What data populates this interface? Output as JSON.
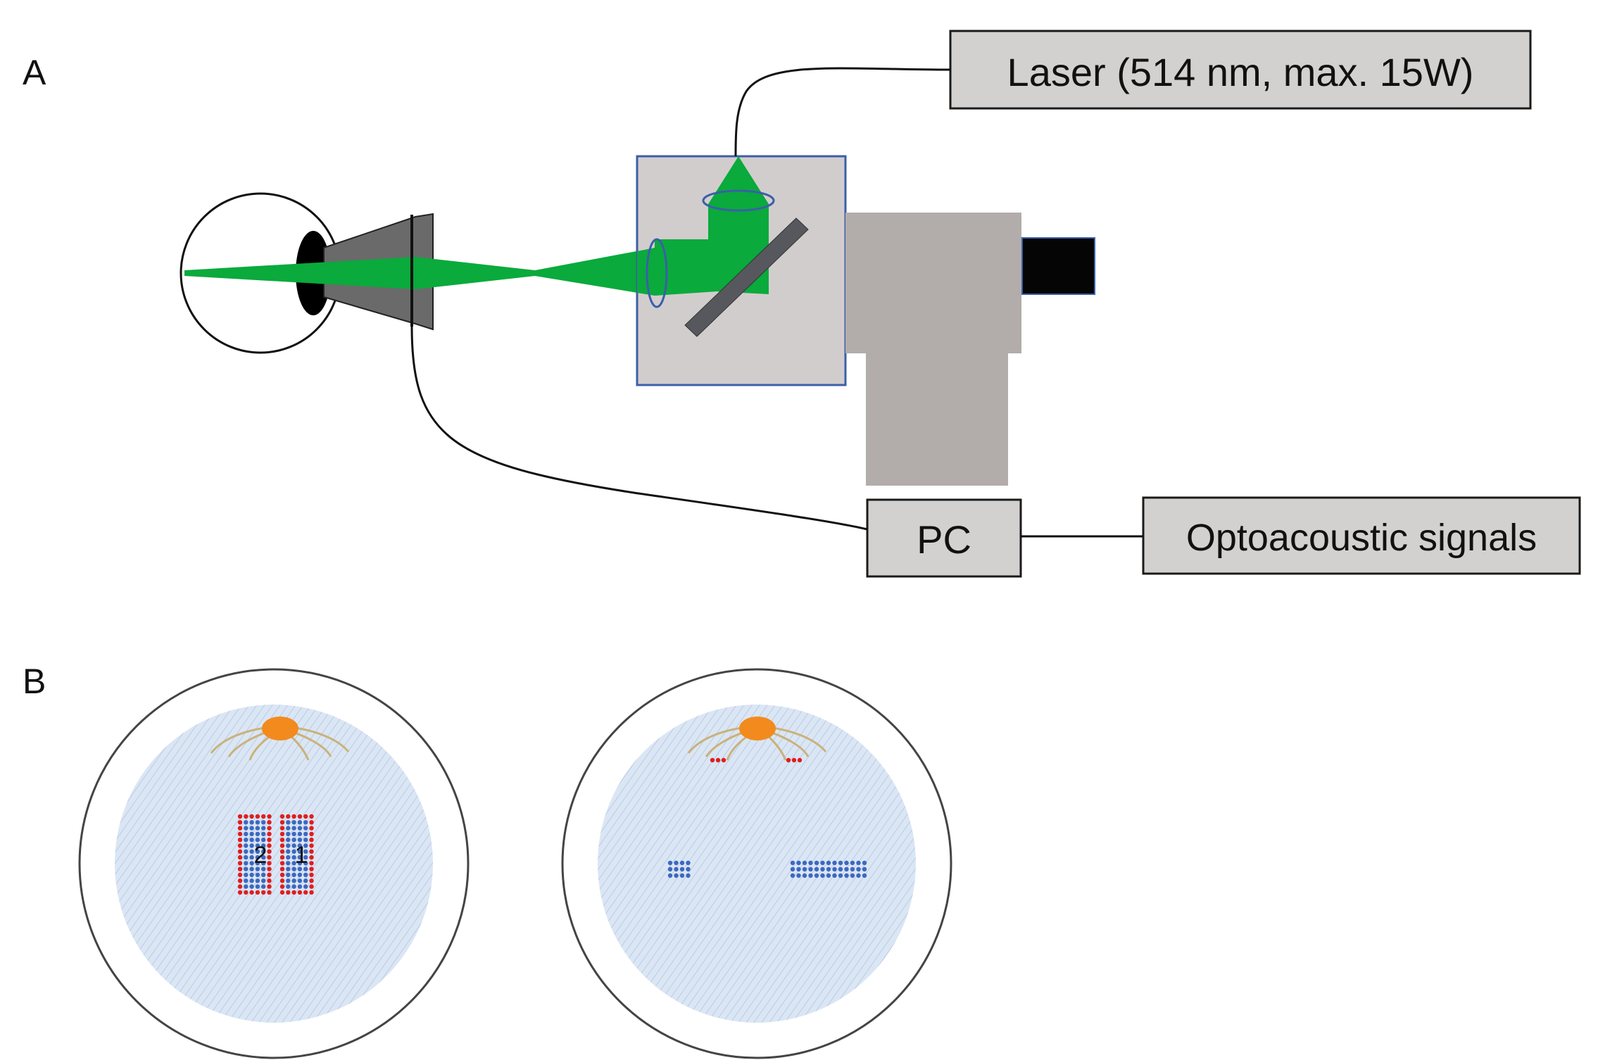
{
  "panels": {
    "a": {
      "letter": "A"
    },
    "b": {
      "letter": "B"
    }
  },
  "boxes": {
    "laser": {
      "label": "Laser (514 nm, max. 15W)"
    },
    "pc": {
      "label": "PC"
    },
    "signals": {
      "label": "Optoacoustic signals"
    }
  },
  "fundus_left": {
    "zone_labels": [
      "2",
      "1"
    ]
  },
  "colors": {
    "laser_beam": "#0aaa3c",
    "box_fill": "#d3d0d0",
    "box_stroke": "#1a1a1a",
    "housing_fill": "#cdc8c8",
    "housing_stroke": "#3b5fa8",
    "camera_body": "#b2adaa",
    "mirror": "#56585e",
    "contact_lens": "#6a6a6a",
    "retina_fill": "#dbe6f4",
    "optic_disc": "#f28a1e",
    "vessels": "#c9b27a",
    "spot_blue": "#3d68c0",
    "spot_red": "#e01e1e"
  }
}
